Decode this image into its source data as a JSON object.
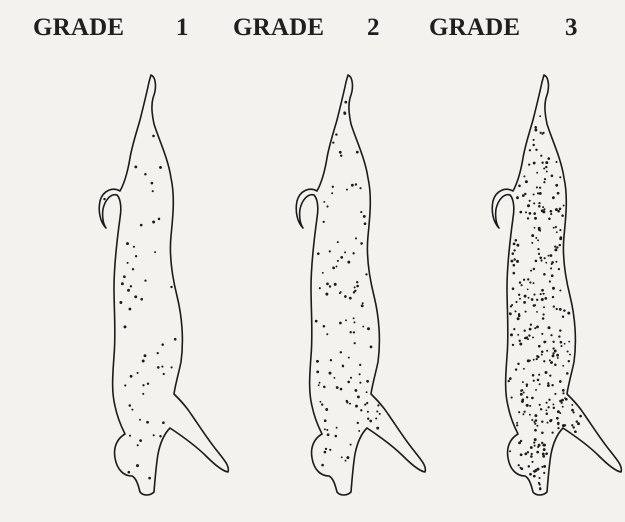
{
  "panels": [
    {
      "grade_label": "GRADE",
      "grade_number": "1",
      "dot_density": "sparse",
      "dot_count": 55
    },
    {
      "grade_label": "GRADE",
      "grade_number": "2",
      "dot_density": "moderate",
      "dot_count": 120
    },
    {
      "grade_label": "GRADE",
      "grade_number": "3",
      "dot_density": "dense",
      "dot_count": 340
    }
  ],
  "colors": {
    "ink": "#1b1b1b",
    "paper": "#f3f2ee"
  }
}
